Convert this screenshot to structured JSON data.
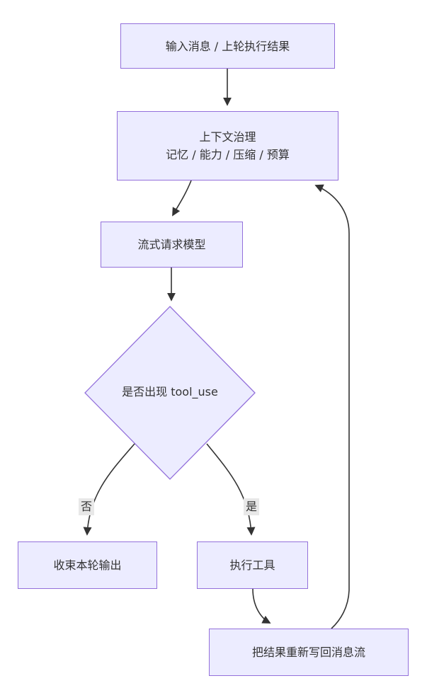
{
  "diagram": {
    "type": "flowchart",
    "colors": {
      "background": "#ffffff",
      "node_fill": "#ececff",
      "node_border": "#9370db",
      "edge": "#333333",
      "edge_label_background": "#e8e8e8",
      "text": "#333333"
    },
    "nodes": {
      "input": {
        "label": "输入消息 / 上轮执行结果"
      },
      "context": {
        "line1": "上下文治理",
        "line2": "记忆 / 能力 / 压缩 / 预算"
      },
      "request": {
        "label": "流式请求模型"
      },
      "decision": {
        "label": "是否出现 tool_use"
      },
      "finish": {
        "label": "收束本轮输出"
      },
      "tool": {
        "label": "执行工具"
      },
      "writeback": {
        "label": "把结果重新写回消息流"
      }
    },
    "edge_labels": {
      "no": "否",
      "yes": "是"
    },
    "edges": [
      {
        "from": "input",
        "to": "context"
      },
      {
        "from": "context",
        "to": "request"
      },
      {
        "from": "request",
        "to": "decision"
      },
      {
        "from": "decision",
        "to": "finish",
        "label": "否"
      },
      {
        "from": "decision",
        "to": "tool",
        "label": "是"
      },
      {
        "from": "tool",
        "to": "writeback"
      },
      {
        "from": "writeback",
        "to": "context"
      }
    ]
  }
}
